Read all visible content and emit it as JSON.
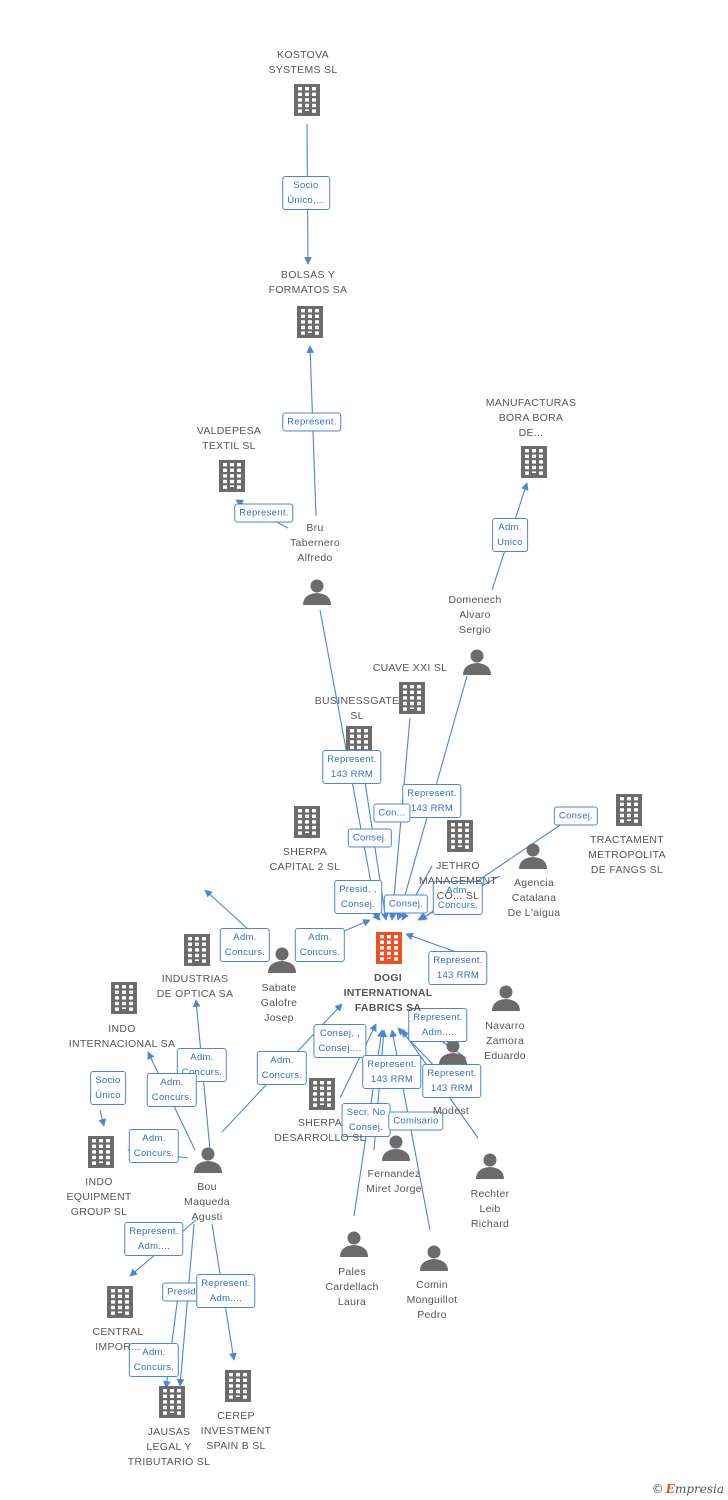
{
  "colors": {
    "edge": "#4a86d6",
    "node": "#6b6b6b",
    "focus": "#f04e23",
    "text": "#555555"
  },
  "nodes": [
    {
      "id": "kostova",
      "type": "company",
      "label": "KOSTOVA\nSYSTEMS SL"
    },
    {
      "id": "bolsas",
      "type": "company",
      "label": "BOLSAS Y\nFORMATOS SA"
    },
    {
      "id": "manufacturas",
      "type": "company",
      "label": "MANUFACTURAS\nBORA BORA\nDE..."
    },
    {
      "id": "valdepesa",
      "type": "company",
      "label": "VALDEPESA\nTEXTIL SL"
    },
    {
      "id": "bru",
      "type": "person",
      "label": "Bru\nTabernero\nAlfredo"
    },
    {
      "id": "domenech",
      "type": "person",
      "label": "Domenech\nAlvaro\nSergio"
    },
    {
      "id": "cuave",
      "type": "company",
      "label": "CUAVE XXI  SL"
    },
    {
      "id": "businessgate",
      "type": "company",
      "label": "BUSINESSGATE\nSL"
    },
    {
      "id": "tractament",
      "type": "company",
      "label": "TRACTAMENT\nMETROPOLITA\nDE FANGS SL"
    },
    {
      "id": "sherpa2",
      "type": "company",
      "label": "SHERPA\nCAPITAL 2  SL"
    },
    {
      "id": "jethro",
      "type": "company",
      "label": "JETHRO\nMANAGEMENT\nCO... SL"
    },
    {
      "id": "agencia",
      "type": "person",
      "label": "Agencia\nCatalana\nDe L'aigua"
    },
    {
      "id": "dogi",
      "type": "focus",
      "label": "DOGI\nINTERNATIONAL\nFABRICS SA"
    },
    {
      "id": "industrias",
      "type": "company",
      "label": "INDUSTRIAS\nDE OPTICA SA"
    },
    {
      "id": "sabate",
      "type": "person",
      "label": "Sabate\nGalofre\nJosep"
    },
    {
      "id": "indo_int",
      "type": "company",
      "label": "INDO\nINTERNACIONAL SA"
    },
    {
      "id": "navarro",
      "type": "person",
      "label": "Navarro\nZamora\nEduardo"
    },
    {
      "id": "modest",
      "type": "person",
      "label": "Modest"
    },
    {
      "id": "sherpa_des",
      "type": "company",
      "label": "SHERPA\nDESARROLLO SL"
    },
    {
      "id": "indo_equip",
      "type": "company",
      "label": "INDO\nEQUIPMENT\nGROUP SL"
    },
    {
      "id": "bou",
      "type": "person",
      "label": "Bou\nMaqueda\nAgusti"
    },
    {
      "id": "fernandez",
      "type": "person",
      "label": "Fernandez\nMiret Jorge"
    },
    {
      "id": "rechter",
      "type": "person",
      "label": "Rechter\nLeib\nRichard"
    },
    {
      "id": "pales",
      "type": "person",
      "label": "Pales\nCardellach\nLaura"
    },
    {
      "id": "comin",
      "type": "person",
      "label": "Comin\nMonguillot\nPedro"
    },
    {
      "id": "central",
      "type": "company",
      "label": "CENTRAL\nIMPOR..."
    },
    {
      "id": "jausas",
      "type": "company",
      "label": "JAUSAS\nLEGAL Y\nTRIBUTARIO SL"
    },
    {
      "id": "cerep",
      "type": "company",
      "label": "CEREP\nINVESTMENT\nSPAIN B SL"
    }
  ],
  "edges": [
    {
      "from": "kostova",
      "to": "bolsas",
      "label": "Socio\nÚnico,..."
    },
    {
      "from": "bru",
      "to": "bolsas",
      "label": "Represent."
    },
    {
      "from": "bru",
      "to": "valdepesa",
      "label": "Represent."
    },
    {
      "from": "domenech",
      "to": "manufacturas",
      "label": "Adm.\nUnico"
    },
    {
      "from": "bru",
      "to": "dogi",
      "label": "Represent.\n143 RRM"
    },
    {
      "from": "domenech",
      "to": "dogi",
      "label": "Represent.\n143 RRM"
    },
    {
      "from": "cuave",
      "to": "dogi",
      "label": "Con..."
    },
    {
      "from": "businessgate",
      "to": "dogi",
      "label": "Consej."
    },
    {
      "from": "tractament",
      "to": "dogi",
      "label": "Consej."
    },
    {
      "from": "sherpa2",
      "to": "dogi",
      "label": "Presid. ,\nConsej."
    },
    {
      "from": "jethro",
      "to": "dogi",
      "label": "Consej."
    },
    {
      "from": "agencia",
      "to": "dogi",
      "label": "Adm.\nConcurs."
    },
    {
      "from": "sabate",
      "to": "industrias",
      "label": "Adm.\nConcurs."
    },
    {
      "from": "sabate",
      "to": "dogi",
      "label": "Adm.\nConcurs."
    },
    {
      "from": "navarro",
      "to": "dogi",
      "label": "Represent.\n143 RRM"
    },
    {
      "from": "navarro",
      "to": "dogi",
      "label": "Represent.\nAdm...."
    },
    {
      "from": "sherpa_des",
      "to": "dogi",
      "label": "Consej. ,\nConsej...."
    },
    {
      "from": "modest",
      "to": "dogi",
      "label": "Represent.\n143 RRM"
    },
    {
      "from": "rechter",
      "to": "dogi",
      "label": "Represent.\n143 RRM"
    },
    {
      "from": "fernandez",
      "to": "dogi",
      "label": "Secr.  No\nConsej."
    },
    {
      "from": "comin",
      "to": "dogi",
      "label": "Comisario"
    },
    {
      "from": "indo_int",
      "to": "indo_equip",
      "label": "Socio\nÚnico"
    },
    {
      "from": "bou",
      "to": "industrias",
      "label": "Adm.\nConcurs."
    },
    {
      "from": "bou",
      "to": "indo_int",
      "label": "Adm.\nConcurs."
    },
    {
      "from": "bou",
      "to": "indo_equip",
      "label": "Adm.\nConcurs."
    },
    {
      "from": "bou",
      "to": "dogi",
      "label": "Adm.\nConcurs."
    },
    {
      "from": "bou",
      "to": "central",
      "label": "Represent.\nAdm...."
    },
    {
      "from": "bou",
      "to": "jausas",
      "label": "Presid."
    },
    {
      "from": "bou",
      "to": "cerep",
      "label": "Represent.\nAdm...."
    },
    {
      "from": "bou",
      "to": "jausas",
      "label": "Adm.\nConcurs."
    },
    {
      "from": "pales",
      "to": "dogi",
      "label": ""
    }
  ],
  "brand": {
    "copyright": "©",
    "first": "E",
    "rest": "mpresia"
  }
}
